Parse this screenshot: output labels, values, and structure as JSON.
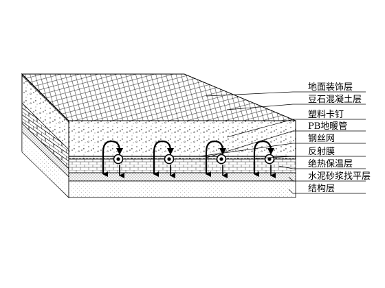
{
  "layers": [
    {
      "id": "floor-finish",
      "label": "地面装饰层"
    },
    {
      "id": "pea-gravel-concrete",
      "label": "豆石混凝土层"
    },
    {
      "id": "plastic-clip",
      "label": "塑料卡钉"
    },
    {
      "id": "pb-pipe",
      "label": "PB地暖管"
    },
    {
      "id": "steel-mesh",
      "label": "钢丝网"
    },
    {
      "id": "reflective-film",
      "label": "反射膜"
    },
    {
      "id": "insulation",
      "label": "绝热保温层"
    },
    {
      "id": "mortar-screed",
      "label": "水泥砂浆找平层"
    },
    {
      "id": "structure",
      "label": "结构层"
    }
  ],
  "colors": {
    "line": "#000000",
    "background": "#ffffff"
  }
}
